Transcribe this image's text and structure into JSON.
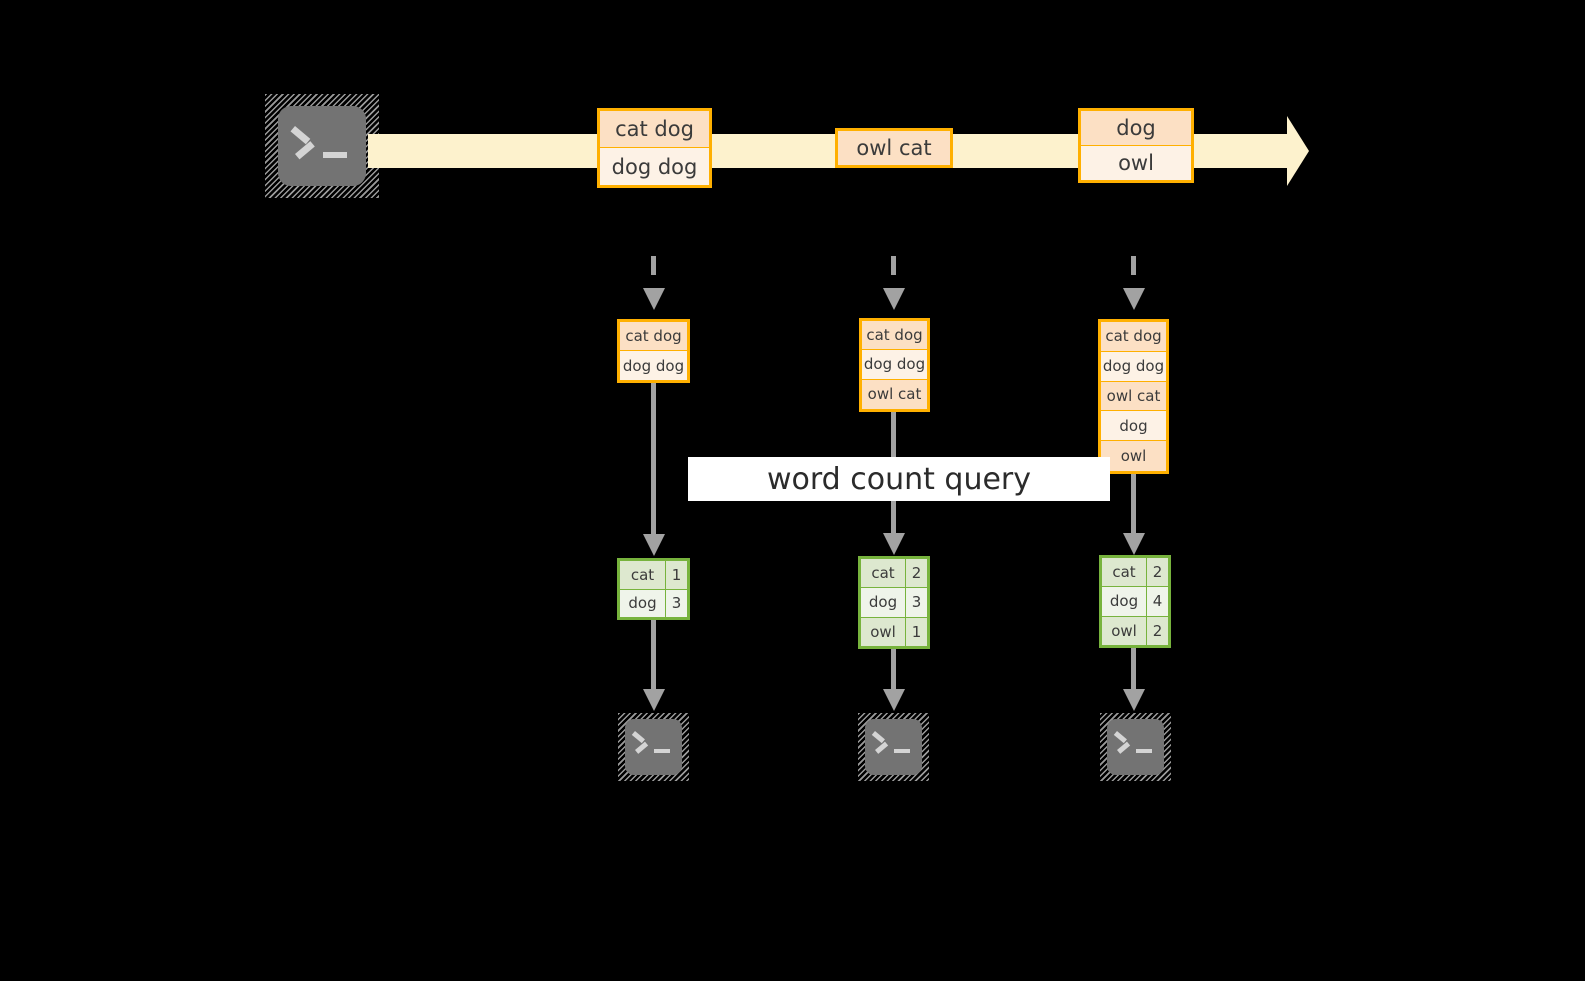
{
  "diagram": {
    "title_label": "word count query",
    "colors": {
      "stream_band": "#fdf2cd",
      "orange_border": "#ffb000",
      "orange_fill_dark": "#fce0c4",
      "orange_fill_light": "#fdf2e6",
      "green_border": "#77b33d",
      "green_fill_dark": "#dde8cf",
      "green_fill_light": "#eff4ea",
      "connector": "#a2a2a2",
      "icon_body": "#737373",
      "label_bg": "#ffffff",
      "background": "#000000"
    },
    "source": {
      "icon": "terminal-icon"
    },
    "stream": {
      "direction": "left-to-right",
      "events": [
        {
          "id": "event-group-1",
          "lines": [
            "cat dog",
            "dog dog"
          ]
        },
        {
          "id": "event-group-2",
          "lines": [
            "owl cat"
          ]
        },
        {
          "id": "event-group-3",
          "lines": [
            "dog",
            "owl"
          ]
        }
      ]
    },
    "snapshots": [
      {
        "id": "snapshot-1",
        "input_lines": [
          "cat dog",
          "dog dog"
        ],
        "counts": [
          {
            "word": "cat",
            "count": "1"
          },
          {
            "word": "dog",
            "count": "3"
          }
        ],
        "sink_icon": "terminal-icon"
      },
      {
        "id": "snapshot-2",
        "input_lines": [
          "cat dog",
          "dog dog",
          "owl cat"
        ],
        "counts": [
          {
            "word": "cat",
            "count": "2"
          },
          {
            "word": "dog",
            "count": "3"
          },
          {
            "word": "owl",
            "count": "1"
          }
        ],
        "sink_icon": "terminal-icon"
      },
      {
        "id": "snapshot-3",
        "input_lines": [
          "cat dog",
          "dog dog",
          "owl cat",
          "dog",
          "owl"
        ],
        "counts": [
          {
            "word": "cat",
            "count": "2"
          },
          {
            "word": "dog",
            "count": "4"
          },
          {
            "word": "owl",
            "count": "2"
          }
        ],
        "sink_icon": "terminal-icon"
      }
    ]
  }
}
